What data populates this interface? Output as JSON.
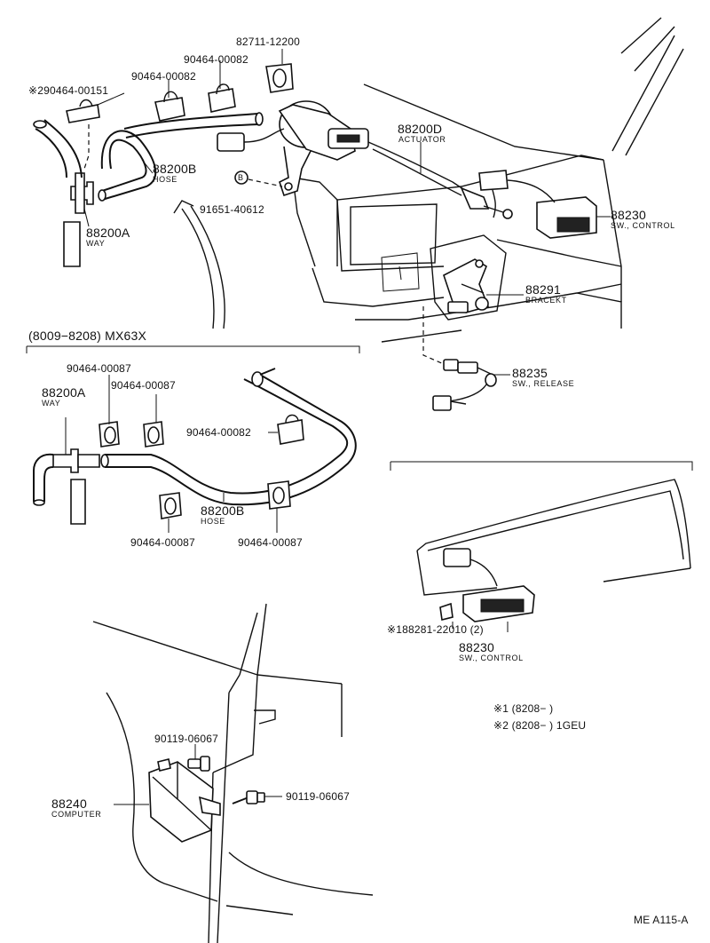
{
  "labels": {
    "p82711": "82711-12200",
    "p90464_00082_a": "90464-00082",
    "p90464_00082_b": "90464-00082",
    "p90464_00151": "※290464-00151",
    "p88200d": "88200D",
    "actuator": "ACTUATOR",
    "p88200b_top": "88200B",
    "hose_top": "HOSE",
    "p91651": "91651-40612",
    "p88200a_top": "88200A",
    "way_top": "WAY",
    "p88230_top": "88230",
    "sw_control_top": "SW., CONTROL",
    "p88291": "88291",
    "bracket": "BRACEKT",
    "variant": "(8009−8208) MX63X",
    "p90464_00087_a": "90464-00087",
    "p90464_00087_b": "90464-00087",
    "p88200a_mid": "88200A",
    "way_mid": "WAY",
    "p90464_00082_c": "90464-00082",
    "p88235": "88235",
    "sw_release": "SW., RELEASE",
    "p88200b_mid": "88200B",
    "hose_mid": "HOSE",
    "p90464_00087_c": "90464-00087",
    "p90464_00087_d": "90464-00087",
    "p88281": "※188281-22010 (2)",
    "p88230_bot": "88230",
    "sw_control_bot": "SW., CONTROL",
    "note1": "※1 (8208−        )",
    "note2": "※2 (8208−        ) 1GEU",
    "p90119_a": "90119-06067",
    "p90119_b": "90119-06067",
    "p88240": "88240",
    "computer": "COMPUTER",
    "code": "ME A115-A",
    "bolt_b": "B"
  }
}
